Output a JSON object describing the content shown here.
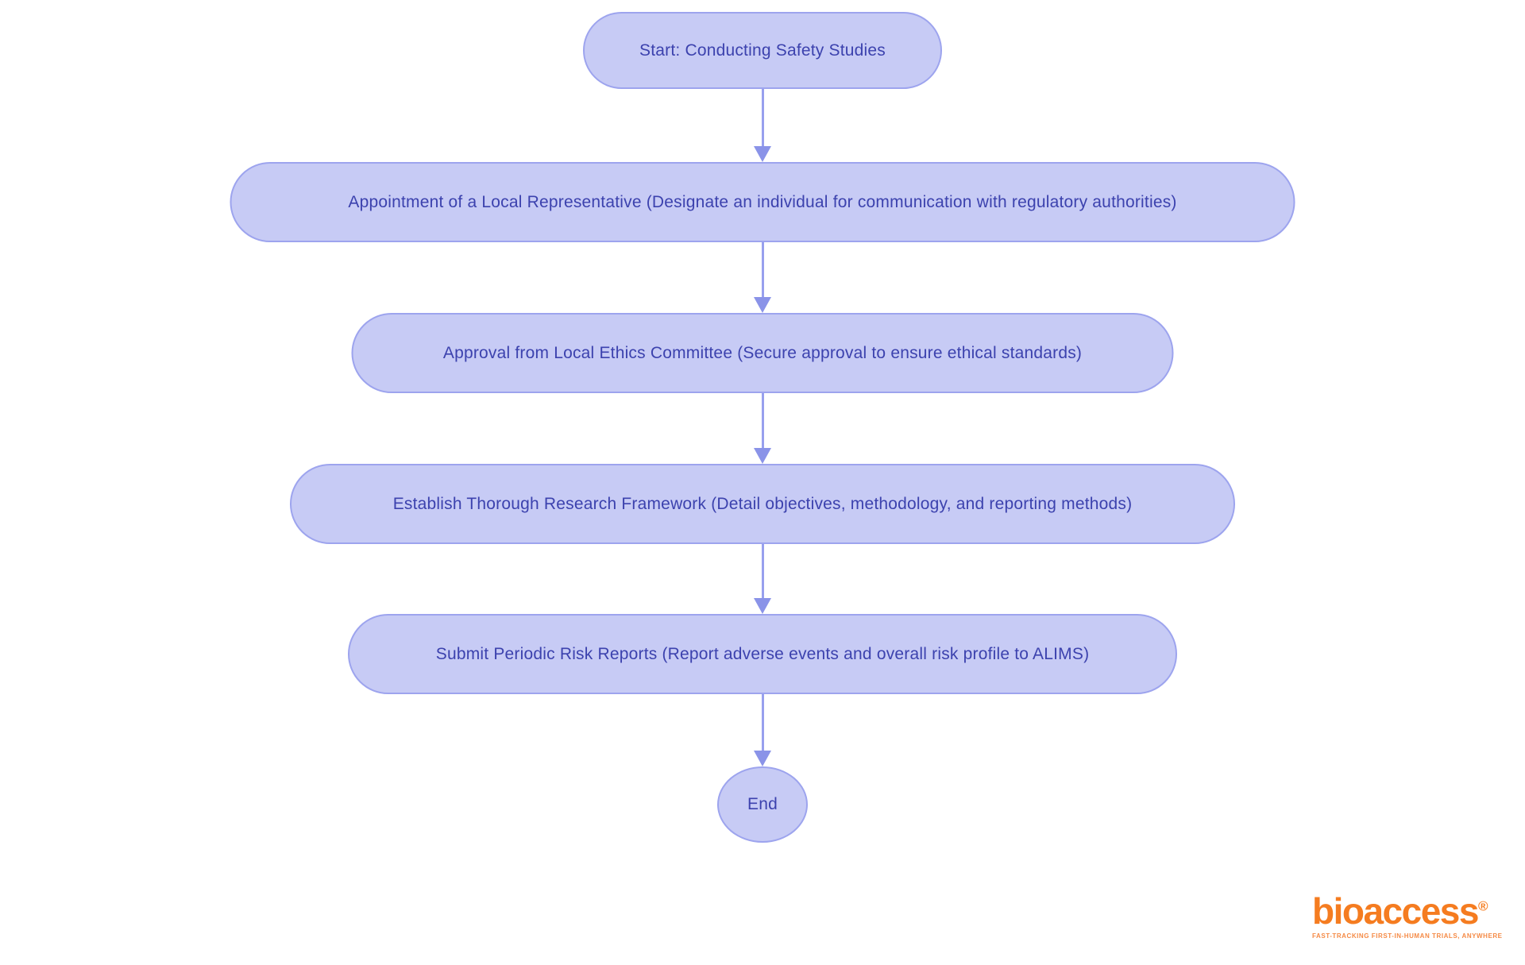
{
  "flowchart": {
    "type": "flowchart",
    "direction": "top-to-bottom",
    "nodes": [
      {
        "id": "start",
        "shape": "pill",
        "label": "Start: Conducting Safety Studies"
      },
      {
        "id": "step-local-representative",
        "shape": "pill",
        "label": "Appointment of a Local Representative (Designate an individual for communication with regulatory authorities)"
      },
      {
        "id": "step-ethics-approval",
        "shape": "pill",
        "label": "Approval from Local Ethics Committee (Secure approval to ensure ethical standards)"
      },
      {
        "id": "step-research-framework",
        "shape": "pill",
        "label": "Establish Thorough Research Framework (Detail objectives, methodology, and reporting methods)"
      },
      {
        "id": "step-risk-reports",
        "shape": "pill",
        "label": "Submit Periodic Risk Reports (Report adverse events and overall risk profile to ALIMS)"
      },
      {
        "id": "end",
        "shape": "ellipse",
        "label": "End"
      }
    ],
    "edges": [
      {
        "from": "start",
        "to": "step-local-representative"
      },
      {
        "from": "step-local-representative",
        "to": "step-ethics-approval"
      },
      {
        "from": "step-ethics-approval",
        "to": "step-research-framework"
      },
      {
        "from": "step-research-framework",
        "to": "step-risk-reports"
      },
      {
        "from": "step-risk-reports",
        "to": "end"
      }
    ]
  },
  "colors": {
    "node_fill": "#c7cbf5",
    "node_border": "#9da4ee",
    "node_text": "#3c42ae",
    "arrow": "#8a93e8",
    "arrow_line": "#98a0ee",
    "logo": "#f57c20",
    "logo_tagline": "#f58a45"
  },
  "logo": {
    "wordmark": "bioaccess",
    "registered_mark": "®",
    "tagline": "FAST-TRACKING FIRST-IN-HUMAN TRIALS, ANYWHERE"
  }
}
